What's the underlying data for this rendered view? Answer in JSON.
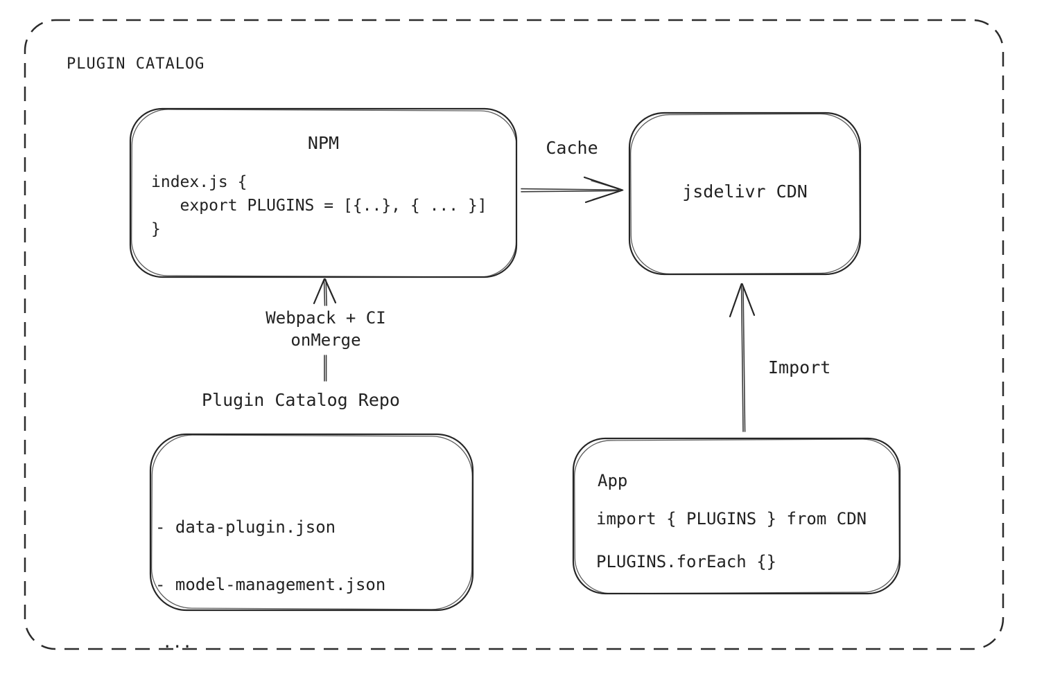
{
  "diagram": {
    "title": "PLUGIN CATALOG",
    "colors": {
      "ink": "#262626",
      "background": "#ffffff"
    },
    "nodes": {
      "npm": {
        "title": "NPM",
        "code": "index.js {\n   export PLUGINS = [{..}, { ... }]\n}"
      },
      "cdn": {
        "title": "jsdelivr CDN"
      },
      "repo": {
        "label": "Plugin Catalog Repo",
        "files": [
          "- data-plugin.json",
          "- model-management.json",
          "..."
        ]
      },
      "app": {
        "title": "App",
        "code_import": "import { PLUGINS } from CDN",
        "code_foreach": "PLUGINS.forEach {}"
      }
    },
    "edges": {
      "cache": {
        "label": "Cache",
        "from": "NPM",
        "to": "jsdelivr CDN"
      },
      "build": {
        "label_line1": "Webpack + CI",
        "label_line2": "onMerge",
        "from": "Plugin Catalog Repo",
        "to": "NPM"
      },
      "import": {
        "label": "Import",
        "from": "App",
        "to": "jsdelivr CDN"
      }
    }
  }
}
